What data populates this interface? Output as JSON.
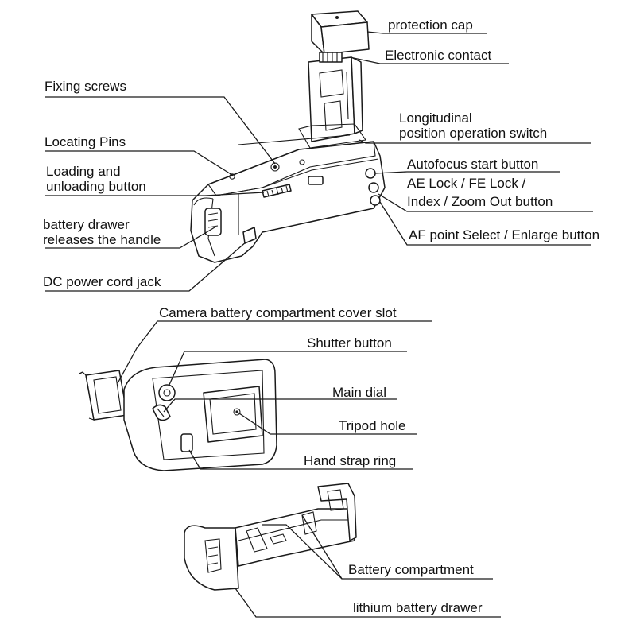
{
  "colors": {
    "ink": "#111111",
    "paper": "#ffffff"
  },
  "labels": {
    "protection_cap": "protection cap",
    "electronic_contact": "Electronic contact",
    "fixing_screws": "Fixing screws",
    "longitudinal_1": "Longitudinal",
    "longitudinal_2": "position operation switch",
    "locating_pins": "Locating Pins",
    "autofocus_start": "Autofocus start button",
    "loading_1": "Loading and",
    "loading_2": "unloading button",
    "ae_lock_1": "AE Lock / FE Lock /",
    "ae_lock_2": "Index / Zoom Out button",
    "drawer_release_1": "battery drawer",
    "drawer_release_2": "releases the handle",
    "af_point": "AF point Select / Enlarge button",
    "dc_jack": "DC power cord jack",
    "cover_slot": "Camera battery compartment cover slot",
    "shutter": "Shutter button",
    "main_dial": "Main dial",
    "tripod_hole": "Tripod hole",
    "strap_ring": "Hand strap ring",
    "battery_compartment": "Battery compartment",
    "lithium_drawer": "lithium battery drawer"
  }
}
